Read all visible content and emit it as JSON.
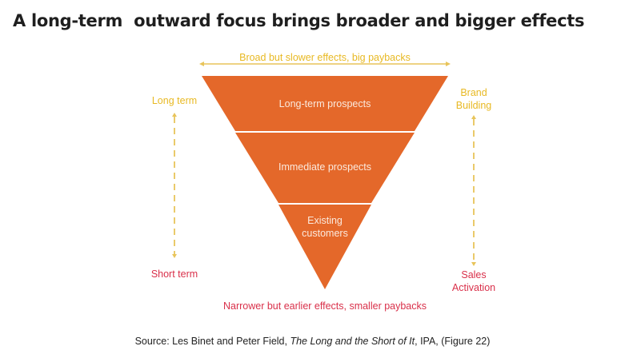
{
  "title": "A long-term  outward focus brings broader and bigger effects",
  "top_arrow_label": "Broad but slower effects, big paybacks",
  "bottom_label": "Narrower but earlier effects, smaller paybacks",
  "left_axis": {
    "top_label": "Long term",
    "bottom_label": "Short term"
  },
  "right_axis": {
    "top_label_line1": "Brand",
    "top_label_line2": "Building",
    "bottom_label_line1": "Sales",
    "bottom_label_line2": "Activation"
  },
  "funnel": {
    "color": "#e4682a",
    "bands": [
      {
        "label": "Long-term prospects"
      },
      {
        "label": "Immediate prospects"
      },
      {
        "label_line1": "Existing",
        "label_line2": "customers"
      }
    ]
  },
  "source": {
    "prefix": "Source: Les Binet and Peter Field, ",
    "work": "The Long and the Short of It",
    "suffix": ", IPA, (Figure 22)"
  },
  "colors": {
    "long_term": "#e8b923",
    "short_term": "#d9304a",
    "funnel": "#e4682a",
    "title": "#1f1f1f"
  }
}
